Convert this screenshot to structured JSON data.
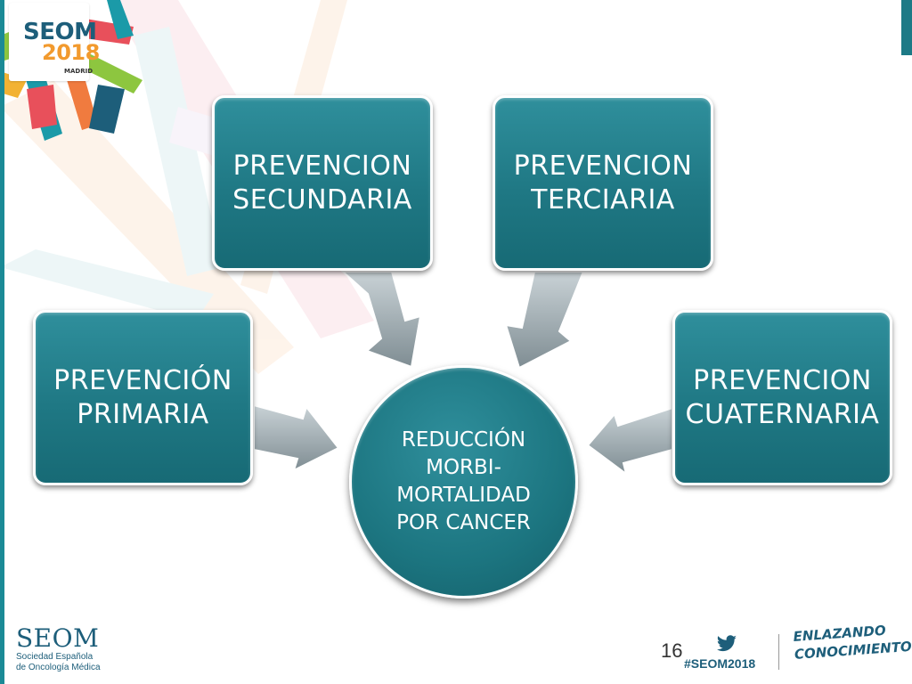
{
  "colors": {
    "box_fill": "#1f7884",
    "logo_blue": "#1d5e7a",
    "logo_orange": "#f29a2e",
    "arrow": "#9aa8ad"
  },
  "logo": {
    "seom": "SEOM",
    "year": "2018",
    "city": "MADRID"
  },
  "boxes": {
    "primaria": {
      "line1": "PREVENCIÓN",
      "line2": "PRIMARIA"
    },
    "secundaria": {
      "line1": "PREVENCION",
      "line2": "SECUNDARIA"
    },
    "terciaria": {
      "line1": "PREVENCION",
      "line2": "TERCIARIA"
    },
    "cuaternaria": {
      "line1": "PREVENCION",
      "line2": "CUATERNARIA"
    }
  },
  "center": {
    "line1": "REDUCCIÓN",
    "line2": "MORBI-",
    "line3": "MORTALIDAD",
    "line4": "POR CANCER"
  },
  "footer": {
    "seom": "SEOM",
    "society_line1": "Sociedad Española",
    "society_line2": "de Oncología Médica",
    "slide_number": "16",
    "hashtag": "#SEOM2018",
    "slogan_line1": "ENLAZANDO",
    "slogan_line2": "CONOCIMIENTO",
    "icon": "twitter-bird-icon"
  }
}
